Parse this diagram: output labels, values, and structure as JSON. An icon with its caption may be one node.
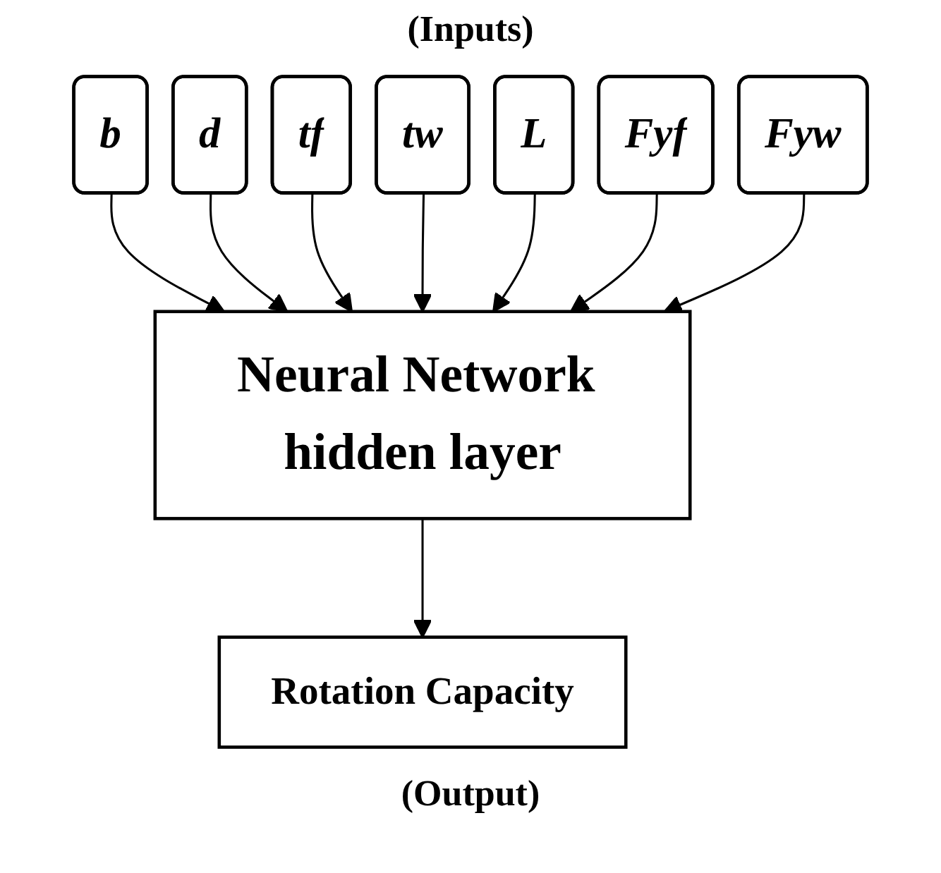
{
  "diagram": {
    "nodes": [
      {
        "text": [
          "b"
        ]
      },
      {
        "text": [
          "d"
        ]
      },
      {
        "text": [
          "tf"
        ]
      },
      {
        "text": [
          "tw"
        ]
      },
      {
        "text": [
          "L"
        ]
      },
      {
        "text": [
          "Fyf"
        ]
      },
      {
        "text": [
          "Fyw"
        ]
      },
      {
        "text": [
          "Neural Network hidden layer"
        ]
      },
      {
        "text": [
          "Rotation Capacity"
        ]
      }
    ],
    "edges": [
      {
        "from": 0,
        "to": 7,
        "arrow": "to"
      },
      {
        "from": 1,
        "to": 7,
        "arrow": "to"
      },
      {
        "from": 2,
        "to": 7,
        "arrow": "to"
      },
      {
        "from": 3,
        "to": 7,
        "arrow": "to"
      },
      {
        "from": 4,
        "to": 7,
        "arrow": "to"
      },
      {
        "from": 5,
        "to": 7,
        "arrow": "to"
      },
      {
        "from": 6,
        "to": 7,
        "arrow": "to"
      },
      {
        "from": 7,
        "to": 8,
        "arrow": "to"
      }
    ],
    "labels": [
      "(Inputs)",
      "(Output)"
    ]
  }
}
